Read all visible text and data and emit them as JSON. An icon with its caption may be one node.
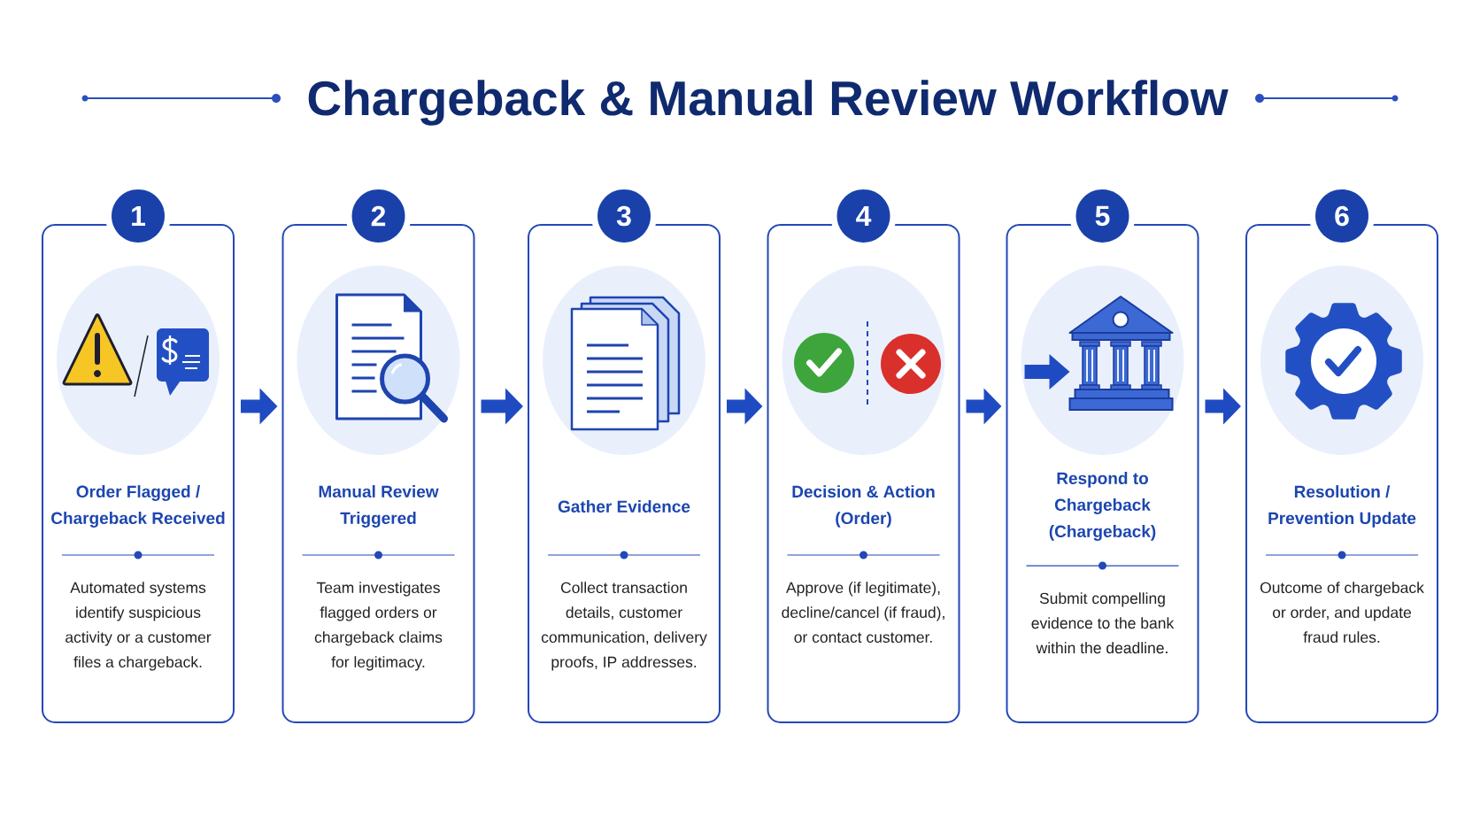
{
  "diagram": {
    "title": "Chargeback & Manual Review Workflow",
    "nodes": [
      {
        "text": [
          "1"
        ]
      },
      {
        "text": [
          "Order Flagged / Chargeback Received",
          "Automated systems identify suspicious activity or a customer files a chargeback."
        ]
      },
      {
        "text": [
          "2"
        ]
      },
      {
        "text": [
          "Manual Review Triggered",
          "Team investigates flagged orders or chargeback claims for legitimacy."
        ]
      },
      {
        "text": [
          "3"
        ]
      },
      {
        "text": [
          "Gather Evidence",
          "Collect transaction details, customer communication, delivery proofs, IP addresses."
        ]
      },
      {
        "text": [
          "4"
        ]
      },
      {
        "text": [
          "Decision & Action (Order)",
          "Approve (if legitimate), decline/cancel (if fraud), or contact customer."
        ]
      },
      {
        "text": [
          "5"
        ]
      },
      {
        "text": [
          "Respond to Chargeback (Chargeback)",
          "Submit compelling evidence to the bank within the deadline."
        ]
      },
      {
        "text": [
          "6"
        ]
      },
      {
        "text": [
          "Resolution / Prevention Update",
          "Outcome of chargeback or order, and update fraud rules."
        ]
      }
    ],
    "edges": [
      {
        "from": 1,
        "to": 3,
        "arrow": "to"
      },
      {
        "from": 3,
        "to": 5,
        "arrow": "to"
      },
      {
        "from": 5,
        "to": 7,
        "arrow": "to"
      },
      {
        "from": 7,
        "to": 9,
        "arrow": "to"
      },
      {
        "from": 9,
        "to": 11,
        "arrow": "to"
      }
    ]
  }
}
